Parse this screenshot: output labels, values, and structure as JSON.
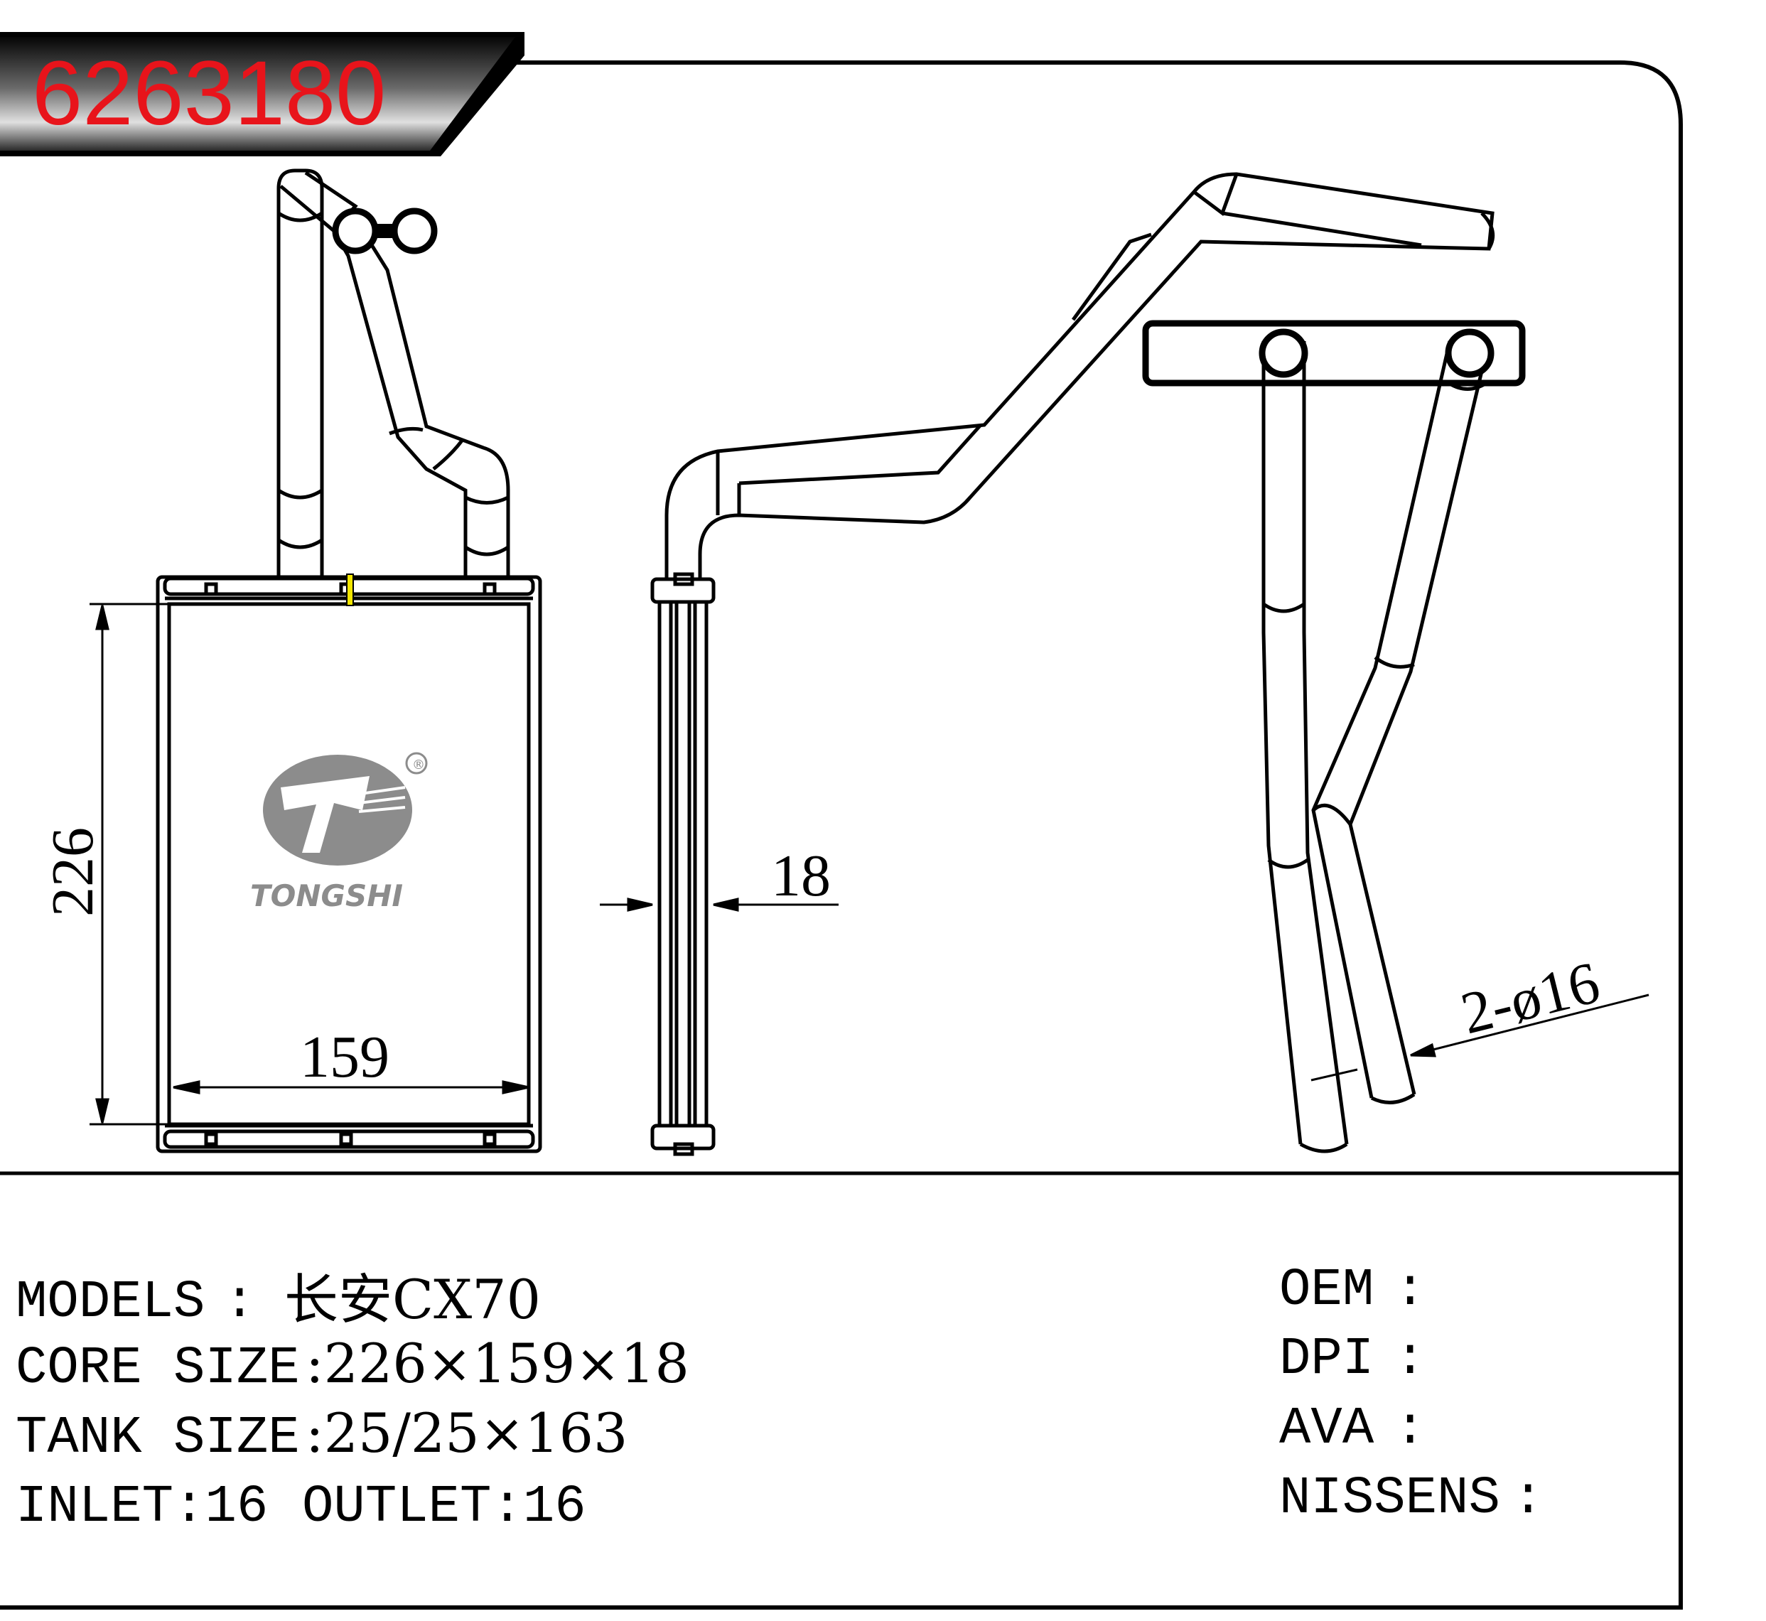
{
  "part_number": "6263180",
  "brand": {
    "name": "TONGSHI",
    "registered_mark": "®"
  },
  "dimensions": {
    "height": "226",
    "width": "159",
    "thickness": "18",
    "pipes": "2-ø16"
  },
  "specs": {
    "models_label": "MODELS",
    "models_sep": ":",
    "models_value": "长安CX70",
    "core_size_label": "CORE SIZE",
    "core_size_value": ":226×159×18",
    "tank_size_label": "TANK SIZE",
    "tank_size_value": ":25/25×163",
    "inlet": "INLET:16",
    "outlet": "OUTLET:16"
  },
  "references": {
    "oem_label": "OEM",
    "dpi_label": "DPI",
    "ava_label": "AVA",
    "nissens_label": "NISSENS",
    "separator": ":"
  },
  "colors": {
    "part_number": "#e8141b",
    "banner_dark": "#0a0a0a",
    "banner_light": "#d0d0d0",
    "marker": "#f2e600",
    "logo_gray": "#8c8c8c"
  }
}
